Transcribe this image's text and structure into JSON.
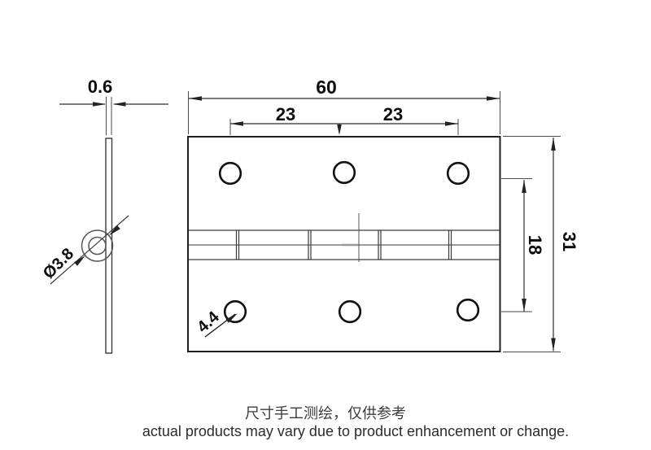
{
  "side_view": {
    "thickness": "0.6",
    "pin_diameter": "Ø3.8"
  },
  "front_view": {
    "overall_width": "60",
    "hole_pitch_left": "23",
    "hole_pitch_right": "23",
    "overall_height": "31",
    "hole_row_pitch": "18",
    "hole_diameter": "4.4"
  },
  "footnote": {
    "line1": "尺寸手工测绘，仅供参考",
    "line2": "actual products may vary due to product enhancement or change."
  },
  "colors": {
    "outline": "#1f1f1f",
    "dimension_line": "#2f2f2f",
    "footnote_text": "#333333",
    "background": "#ffffff"
  }
}
